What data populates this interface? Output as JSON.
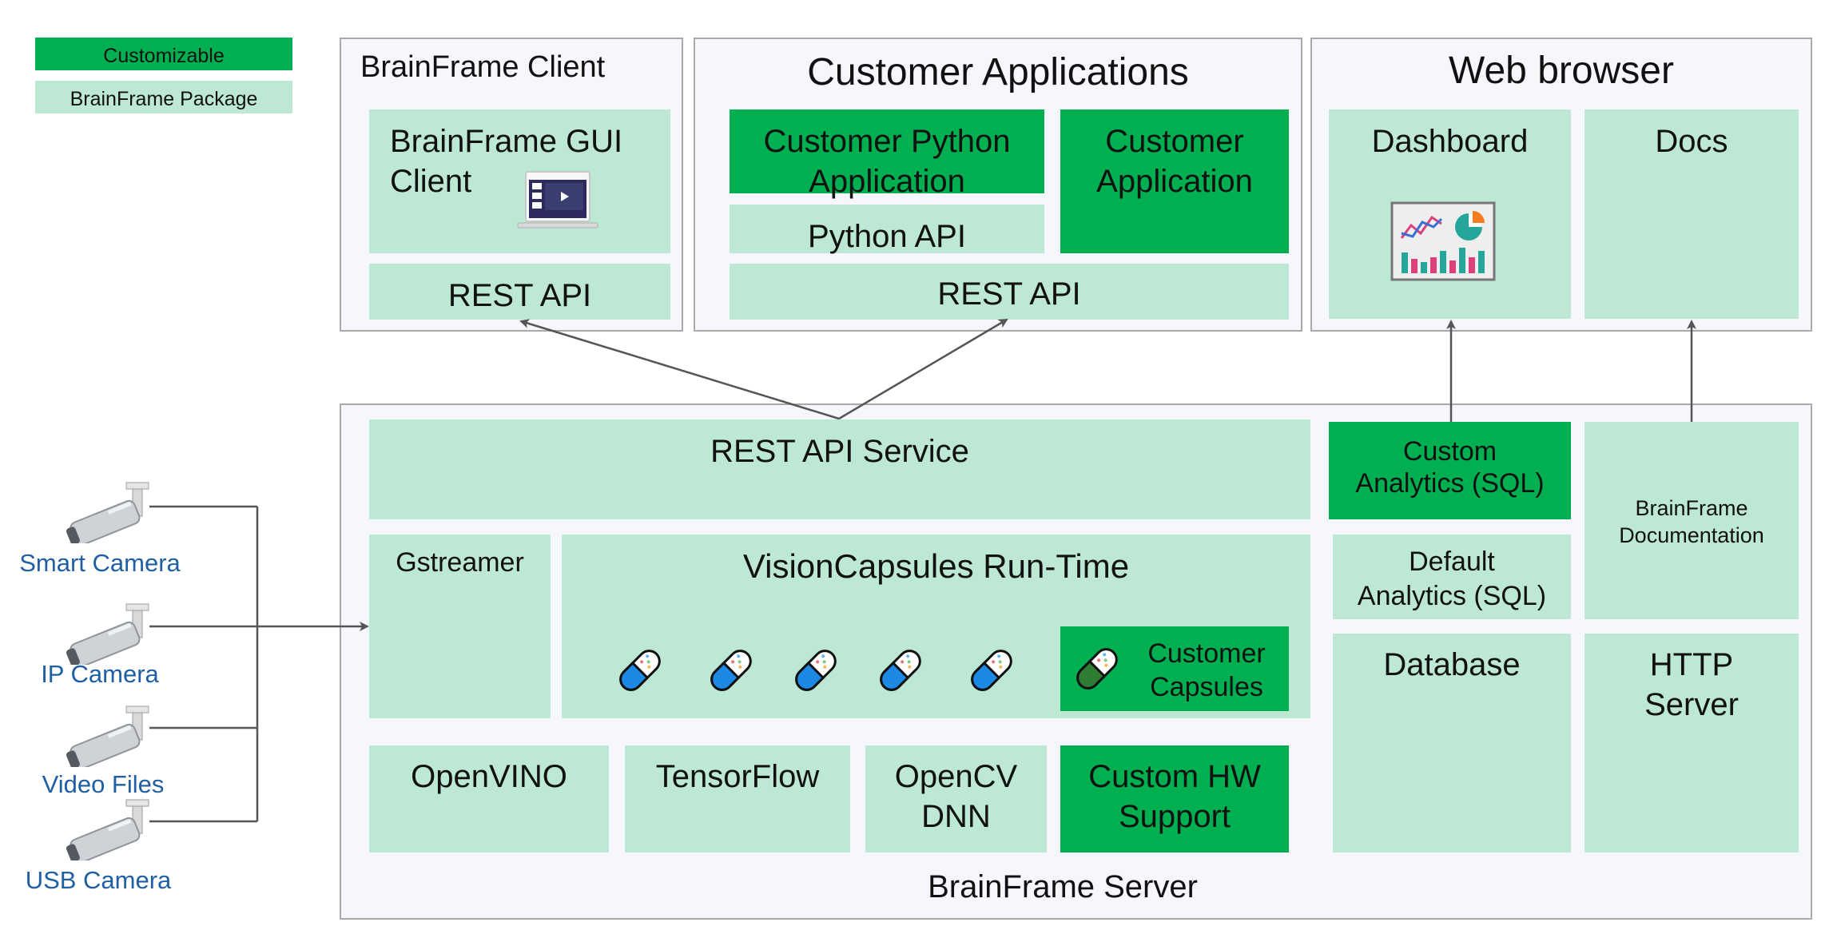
{
  "legend": {
    "customizable": "Customizable",
    "package": "BrainFrame Package"
  },
  "client": {
    "title": "BrainFrame Client",
    "gui_line1": "BrainFrame GUI",
    "gui_line2": "Client",
    "rest_api": "REST API"
  },
  "customer_apps": {
    "title": "Customer Applications",
    "python_app_line1": "Customer Python",
    "python_app_line2": "Application",
    "app_line1": "Customer",
    "app_line2": "Application",
    "python_api": "Python API",
    "rest_api": "REST API"
  },
  "web": {
    "title": "Web browser",
    "dashboard": "Dashboard",
    "docs": "Docs"
  },
  "server": {
    "title": "BrainFrame Server",
    "rest_service": "REST API Service",
    "custom_analytics_line1": "Custom",
    "custom_analytics_line2": "Analytics (SQL)",
    "documentation_line1": "BrainFrame",
    "documentation_line2": "Documentation",
    "gstreamer": "Gstreamer",
    "runtime": "VisionCapsules Run-Time",
    "customer_capsules_line1": "Customer",
    "customer_capsules_line2": "Capsules",
    "default_analytics_line1": "Default",
    "default_analytics_line2": "Analytics (SQL)",
    "database": "Database",
    "http_line1": "HTTP",
    "http_line2": "Server",
    "openvino": "OpenVINO",
    "tensorflow": "TensorFlow",
    "opencv_line1": "OpenCV",
    "opencv_line2": "DNN",
    "custom_hw_line1": "Custom HW",
    "custom_hw_line2": "Support"
  },
  "sources": [
    {
      "label": "Smart Camera"
    },
    {
      "label": "IP Camera"
    },
    {
      "label": "Video Files"
    },
    {
      "label": "USB Camera"
    }
  ],
  "colors": {
    "customizable": "#00b050",
    "package": "#bde8d4",
    "group_background": "#f5f7fc",
    "group_border": "#a9a9a9",
    "source_label": "#1f5fa3"
  },
  "icons": {
    "gui_client": "laptop-icon",
    "dashboard": "chart-dashboard-icon",
    "capsule": "capsule-icon",
    "camera": "security-camera-icon"
  }
}
